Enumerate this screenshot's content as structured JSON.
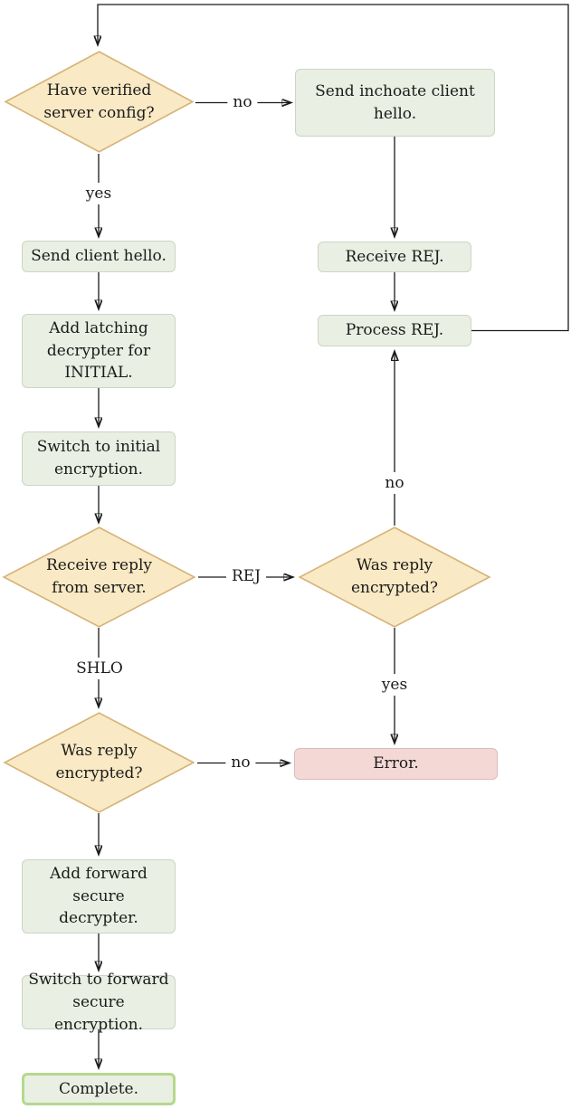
{
  "colors": {
    "background": "#ffffff",
    "decision_fill": "#f9e9c4",
    "decision_border": "#d6b277",
    "process_fill": "#e9efe2",
    "process_border": "#ccd5c5",
    "error_fill": "#f4d8d6",
    "error_border": "#dcbab8",
    "terminal_border": "#b5d88d",
    "line": "#1a1a1a",
    "text": "#1b1b1b"
  },
  "nodes": {
    "have_verified": {
      "type": "decision",
      "label": "Have verified\nserver config?"
    },
    "send_inchoate": {
      "type": "process",
      "label": "Send inchoate client\nhello."
    },
    "send_client_hello": {
      "type": "process",
      "label": "Send client hello."
    },
    "add_latching": {
      "type": "process",
      "label": "Add latching\ndecrypter for\nINITIAL."
    },
    "switch_initial": {
      "type": "process",
      "label": "Switch to initial\nencryption."
    },
    "receive_reply": {
      "type": "decision",
      "label": "Receive reply\nfrom server."
    },
    "receive_rej": {
      "type": "process",
      "label": "Receive REJ."
    },
    "process_rej": {
      "type": "process",
      "label": "Process REJ."
    },
    "was_encrypted_rej": {
      "type": "decision",
      "label": "Was reply\nencrypted?"
    },
    "was_encrypted_shlo": {
      "type": "decision",
      "label": "Was reply\nencrypted?"
    },
    "error": {
      "type": "error",
      "label": "Error."
    },
    "add_forward": {
      "type": "process",
      "label": "Add forward\nsecure\ndecrypter."
    },
    "switch_forward": {
      "type": "process",
      "label": "Switch to forward\nsecure encryption."
    },
    "complete": {
      "type": "terminal",
      "label": "Complete."
    }
  },
  "edge_labels": {
    "verified_yes": "yes",
    "verified_no": "no",
    "reply_rej": "REJ",
    "reply_shlo": "SHLO",
    "encrypted_rej_no": "no",
    "encrypted_rej_yes": "yes",
    "encrypted_shlo_no": "no"
  }
}
